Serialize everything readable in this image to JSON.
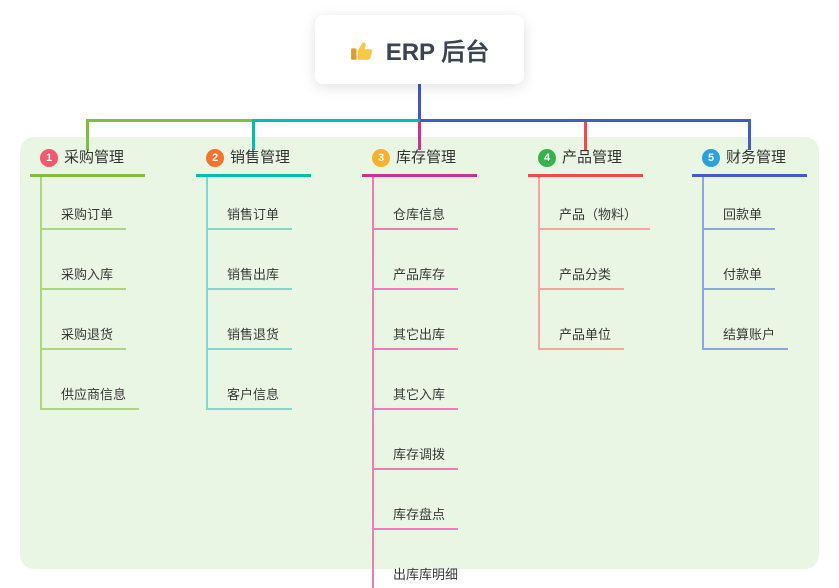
{
  "root": {
    "label": "ERP 后台",
    "icon": "thumbs-up-icon",
    "icon_color": "#f7c843",
    "icon_cuff_color": "#e09b2d"
  },
  "branches": [
    {
      "number": "1",
      "label": "采购管理",
      "badge_color": "#f4586f",
      "line_color": "#7fbf3e",
      "child_line_color": "#abd57f",
      "children": [
        "采购订单",
        "采购入库",
        "采购退货",
        "供应商信息"
      ]
    },
    {
      "number": "2",
      "label": "销售管理",
      "badge_color": "#f5732c",
      "line_color": "#00bfae",
      "child_line_color": "#7fd9ce",
      "children": [
        "销售订单",
        "销售出库",
        "销售退货",
        "客户信息"
      ]
    },
    {
      "number": "3",
      "label": "库存管理",
      "badge_color": "#f8b02f",
      "line_color": "#cf2e92",
      "child_line_color": "#f17ab9",
      "children": [
        "仓库信息",
        "产品库存",
        "其它出库",
        "其它入库",
        "库存调拨",
        "库存盘点",
        "出库库明细"
      ]
    },
    {
      "number": "4",
      "label": "产品管理",
      "badge_color": "#35b24b",
      "line_color": "#f6484b",
      "child_line_color": "#f9a3a0",
      "children": [
        "产品（物料）",
        "产品分类",
        "产品单位"
      ]
    },
    {
      "number": "5",
      "label": "财务管理",
      "badge_color": "#2aa0de",
      "line_color": "#3e5ecf",
      "child_line_color": "#8da6e0",
      "children": [
        "回款单",
        "付款单",
        "结算账户"
      ]
    }
  ],
  "colors": {
    "canvas_bg": "#ffffff",
    "panel_bg": "#e9f6e3",
    "root_connector": "#4156cb",
    "root_text": "#3b4455"
  }
}
